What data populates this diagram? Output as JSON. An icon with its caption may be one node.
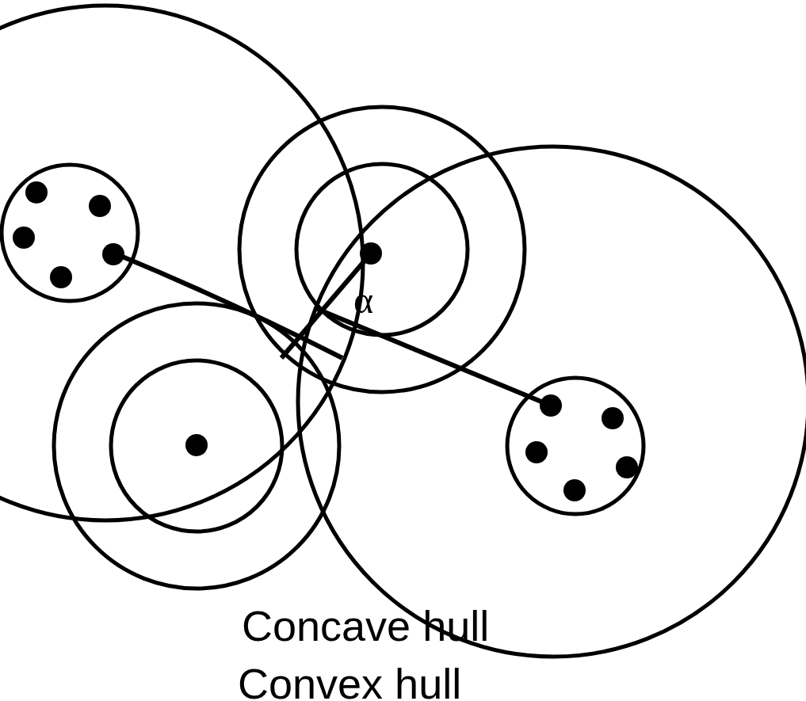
{
  "diagram": {
    "labels": [
      "α",
      "Concave hull",
      "Convex hull"
    ]
  }
}
